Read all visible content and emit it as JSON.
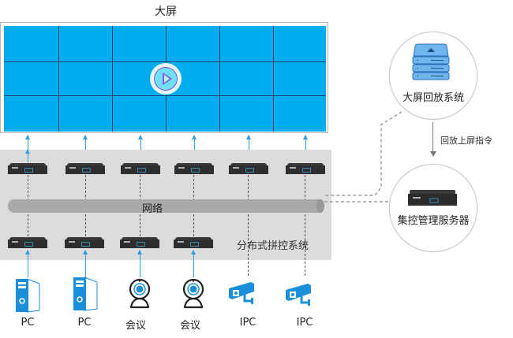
{
  "title": "大屏",
  "video_wall": {
    "columns": 6,
    "rows": 3,
    "fill_color": "#00aeef",
    "grid_color": "#1b3f66",
    "center_icon": "play-icon"
  },
  "network": {
    "label": "网络",
    "system_label": "分布式拼控系统",
    "zone_color": "#dcdcdc"
  },
  "output_decoders": {
    "count": 6,
    "icon": "decoder-device-icon"
  },
  "input_encoders": {
    "count": 4,
    "icon": "encoder-device-icon"
  },
  "sources": [
    {
      "label": "PC",
      "icon": "pc-tower-icon",
      "link": "solid"
    },
    {
      "label": "PC",
      "icon": "pc-tower-icon",
      "link": "solid"
    },
    {
      "label": "会议",
      "icon": "webcam-icon",
      "link": "solid"
    },
    {
      "label": "会议",
      "icon": "webcam-icon",
      "link": "solid"
    },
    {
      "label": "IPC",
      "icon": "ip-camera-icon",
      "link": "dashed"
    },
    {
      "label": "IPC",
      "icon": "ip-camera-icon",
      "link": "dashed"
    }
  ],
  "playback_system": {
    "label": "大屏回放系统",
    "icon": "server-stack-icon"
  },
  "command": {
    "label": "回放上屏指令"
  },
  "control_server": {
    "label": "集控管理服务器",
    "icon": "server-box-icon"
  },
  "colors": {
    "accent": "#2b9fe0",
    "icon_blue": "#1b8fd9",
    "dashed": "#777777"
  }
}
